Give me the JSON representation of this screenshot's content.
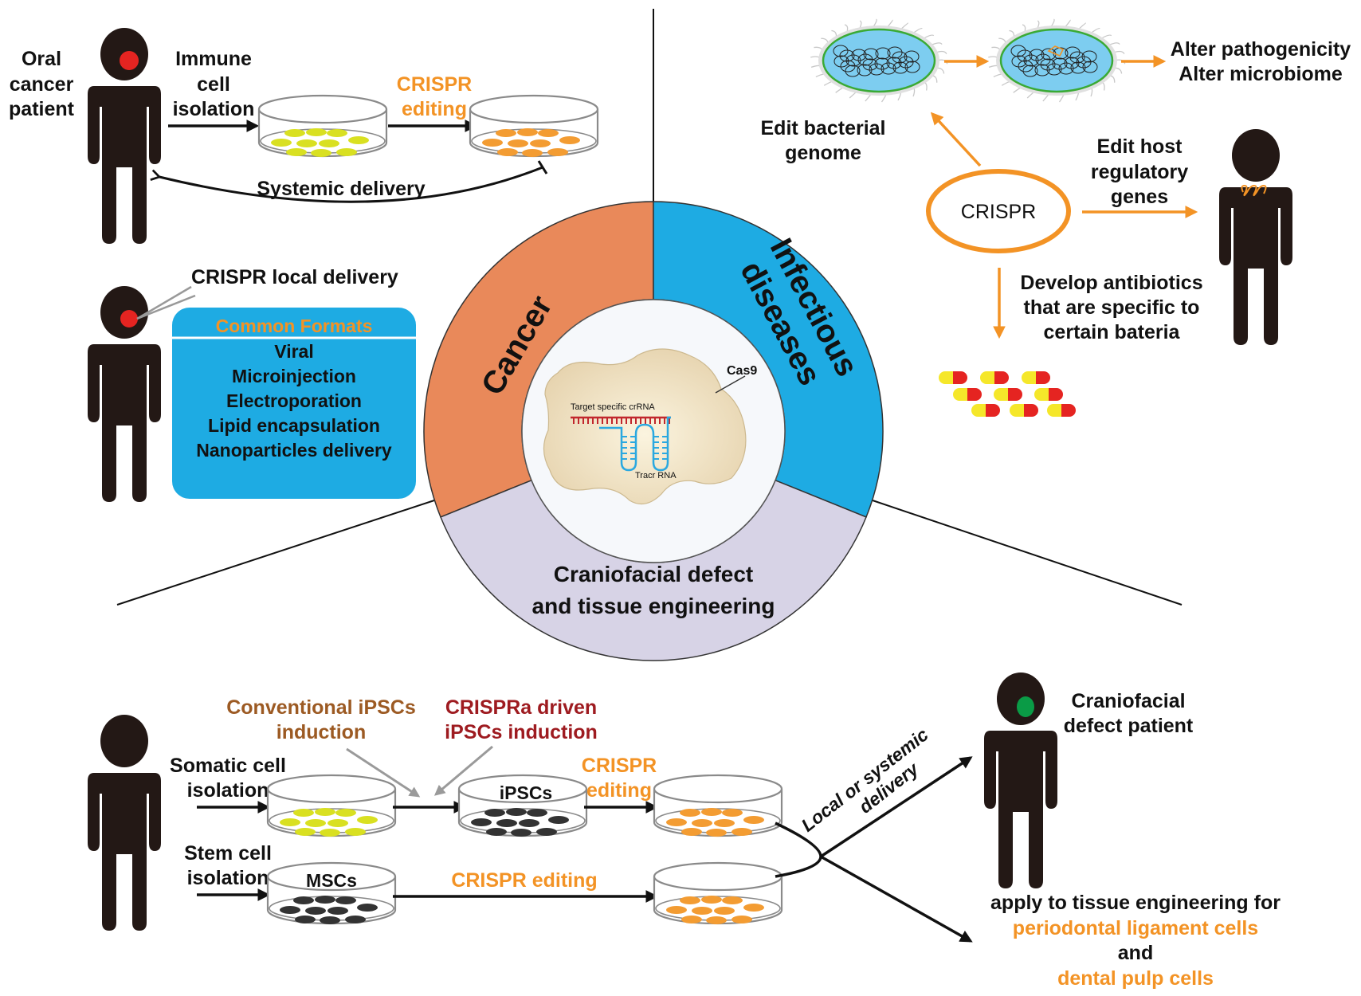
{
  "colors": {
    "cancer": "#e9895a",
    "infectious": "#1eabe3",
    "craniofacial": "#d7d3e6",
    "crispr_orange": "#f39325",
    "formats_box": "#1eabe3",
    "person": "#231815",
    "tumor_red": "#e52421",
    "healed_green": "#0a9b46",
    "cells_yellow": "#d9e021",
    "cells_orange": "#f39c32",
    "cells_dark": "#333333",
    "conventional_brown": "#9c5a23",
    "crisprA_red": "#9e1b20"
  },
  "center": {
    "segments": [
      {
        "label": "Cancer"
      },
      {
        "label_line1": "Infectious",
        "label_line2": "diseases"
      },
      {
        "label_line1": "Craniofacial defect",
        "label_line2": "and tissue engineering"
      }
    ],
    "cas9_label": "Cas9",
    "crrna_label": "Target specific crRNA",
    "tracr_label": "Tracr RNA"
  },
  "cancer_panel": {
    "patient_label": [
      "Oral",
      "cancer",
      "patient"
    ],
    "isolation_label": [
      "Immune",
      "cell",
      "isolation"
    ],
    "editing_label": [
      "CRISPR",
      "editing"
    ],
    "systemic_label": "Systemic delivery",
    "local_label": "CRISPR local delivery",
    "formats_box": {
      "title": "Common Formats",
      "items": [
        "Viral",
        "Microinjection",
        "Electroporation",
        "Lipid encapsulation",
        "Nanoparticles delivery"
      ]
    }
  },
  "infectious_panel": {
    "outcome_label": [
      "Alter pathogenicity",
      "Alter microbiome"
    ],
    "edit_bacterial_label": [
      "Edit bacterial",
      "genome"
    ],
    "crispr_label": "CRISPR",
    "edit_host_label": [
      "Edit host",
      "regulatory",
      "genes"
    ],
    "antibiotics_label": [
      "Develop antibiotics",
      "that are specific to",
      "certain bateria"
    ]
  },
  "cranio_panel": {
    "conventional_label": [
      "Conventional iPSCs",
      "induction"
    ],
    "crispra_label": [
      "CRISPRa driven",
      "iPSCs induction"
    ],
    "somatic_label": [
      "Somatic cell",
      "isolation"
    ],
    "stem_label": [
      "Stem cell",
      "isolation"
    ],
    "ipsc_dish_label": "iPSCs",
    "msc_dish_label": "MSCs",
    "editing_top_label": [
      "CRISPR",
      "editing"
    ],
    "editing_bottom_label": "CRISPR editing",
    "delivery_label": [
      "Local or systemic",
      "delivery"
    ],
    "patient_label": [
      "Craniofacial",
      "defect patient"
    ],
    "apply_label": "apply to tissue engineering for",
    "pdl_label": "periodontal ligament cells",
    "and_label": "and",
    "pulp_label": "dental pulp cells"
  }
}
